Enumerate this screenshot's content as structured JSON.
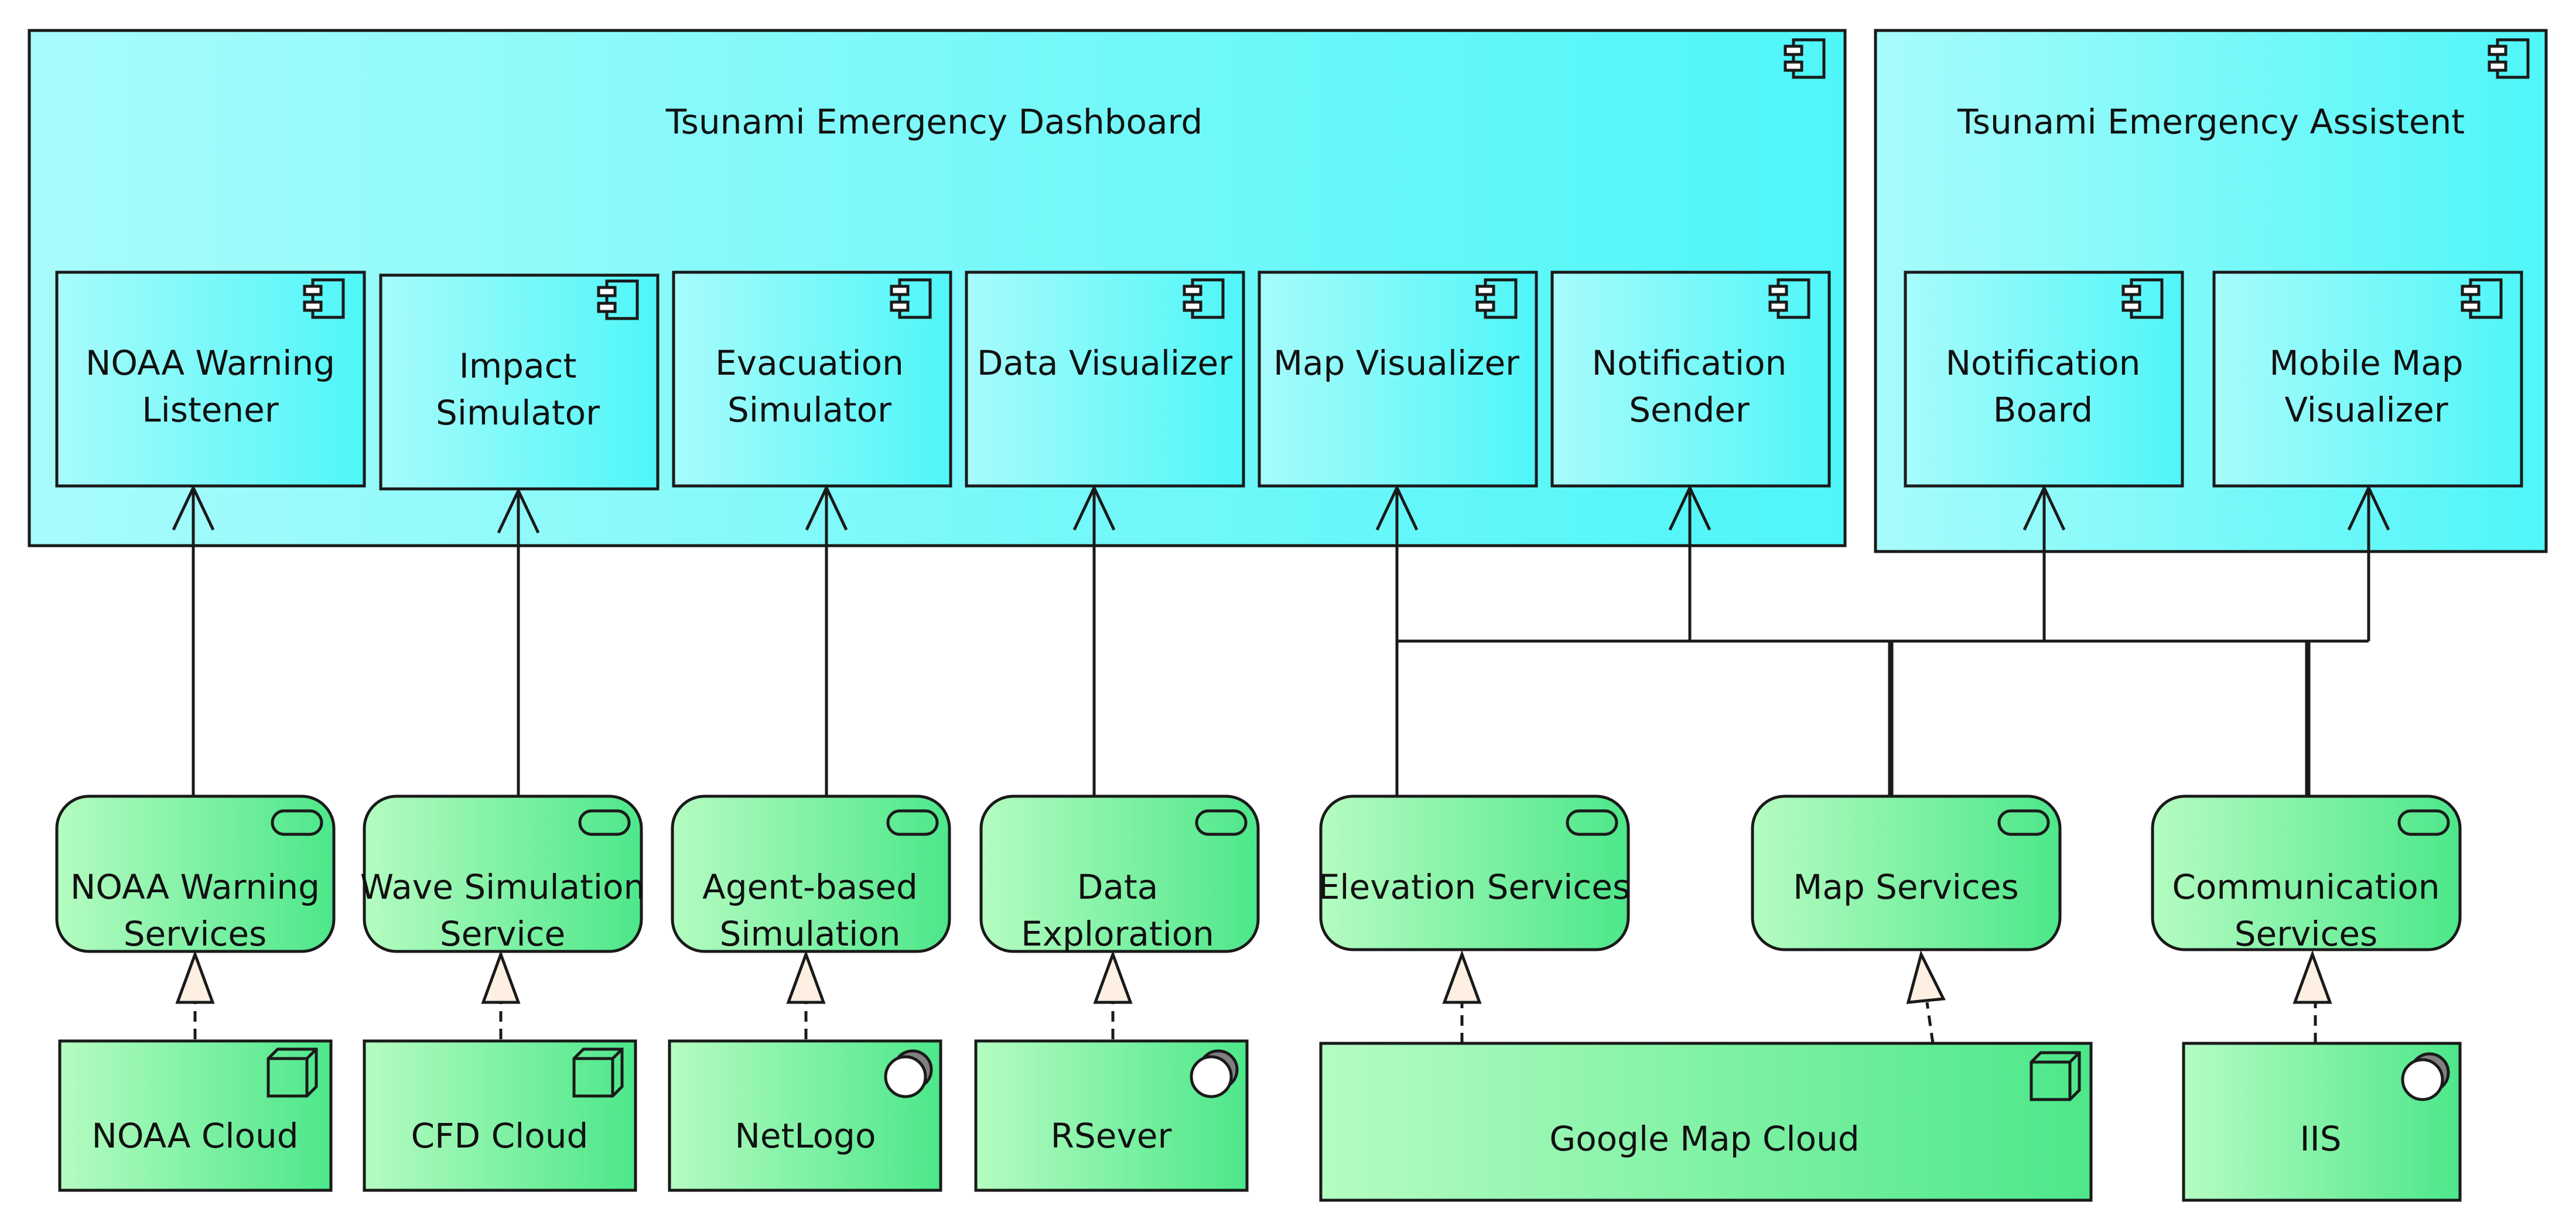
{
  "colors": {
    "component_light": "#a8fbfb",
    "component_dark": "#4ff6f8",
    "service_light": "#b5fcc1",
    "service_dark": "#4de78a",
    "node_light": "#b5fcc1",
    "node_dark": "#4de78a",
    "stroke": "#1a1a1a",
    "realization_head": "#fdf0e2"
  },
  "components": {
    "dashboard": {
      "title": "Tsunami Emergency Dashboard",
      "icon": "component-icon"
    },
    "assistant": {
      "title": "Tsunami Emergency Assistent",
      "icon": "component-icon"
    },
    "noaa_warning_listener": {
      "line1": "NOAA Warning",
      "line2": "Listener"
    },
    "impact_simulator": {
      "line1": "Impact",
      "line2": "Simulator"
    },
    "evacuation_simulator": {
      "line1": "Evacuation",
      "line2": "Simulator"
    },
    "data_visualizer": {
      "line1": "Data Visualizer"
    },
    "map_visualizer": {
      "line1": "Map Visualizer"
    },
    "notification_sender": {
      "line1": "Notification",
      "line2": "Sender"
    },
    "notification_board": {
      "line1": "Notification",
      "line2": "Board"
    },
    "mobile_map_visualizer": {
      "line1": "Mobile Map",
      "line2": "Visualizer"
    }
  },
  "services": {
    "noaa_warning_services": {
      "line1": "NOAA Warning",
      "line2": "Services",
      "icon": "service-icon"
    },
    "wave_simulation_service": {
      "line1": "Wave Simulation",
      "line2": "Service",
      "icon": "service-icon"
    },
    "agent_based_simulation": {
      "line1": "Agent-based",
      "line2": "Simulation",
      "icon": "service-icon"
    },
    "data_exploration": {
      "line1": "Data",
      "line2": "Exploration",
      "icon": "service-icon"
    },
    "elevation_services": {
      "line1": "Elevation Services",
      "icon": "service-icon"
    },
    "map_services": {
      "line1": "Map Services",
      "icon": "service-icon"
    },
    "communication_services": {
      "line1": "Communication",
      "line2": "Services",
      "icon": "service-icon"
    }
  },
  "nodes": {
    "noaa_cloud": {
      "label": "NOAA Cloud",
      "icon": "node-icon"
    },
    "cfd_cloud": {
      "label": "CFD Cloud",
      "icon": "node-icon"
    },
    "netlogo": {
      "label": "NetLogo",
      "icon": "system-software-icon"
    },
    "rsever": {
      "label": "RSever",
      "icon": "system-software-icon"
    },
    "google_map_cloud": {
      "label": "Google Map Cloud",
      "icon": "node-icon"
    },
    "iis": {
      "label": "IIS",
      "icon": "system-software-icon"
    }
  }
}
